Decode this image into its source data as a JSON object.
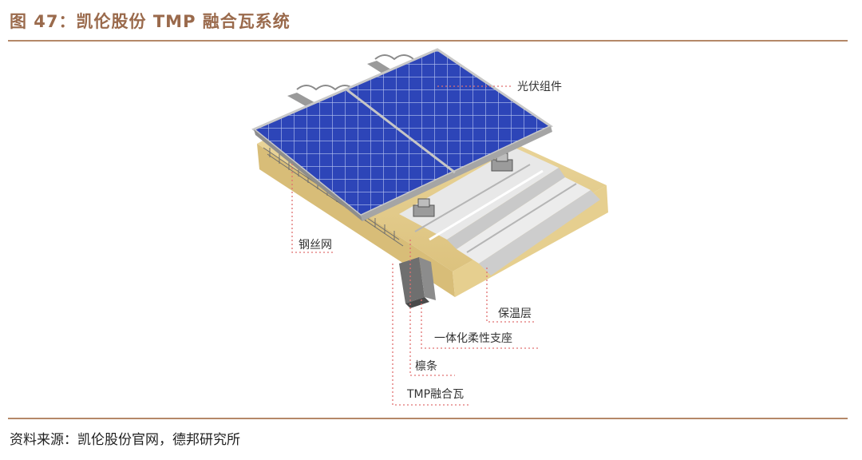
{
  "title": "图 47：凯伦股份 TMP 融合瓦系统",
  "source": "资料来源：凯伦股份官网，德邦研究所",
  "labels": {
    "pv_module": "光伏组件",
    "steel_mesh": "钢丝网",
    "insulation": "保温层",
    "support": "一体化柔性支座",
    "purlin": "檩条",
    "tmp_tile": "TMP融合瓦"
  },
  "colors": {
    "accent": "#b48868",
    "title": "#9a6a4c",
    "leader": "#e07070",
    "panel": "#2b43b6",
    "insulation": "#e8d49a"
  }
}
